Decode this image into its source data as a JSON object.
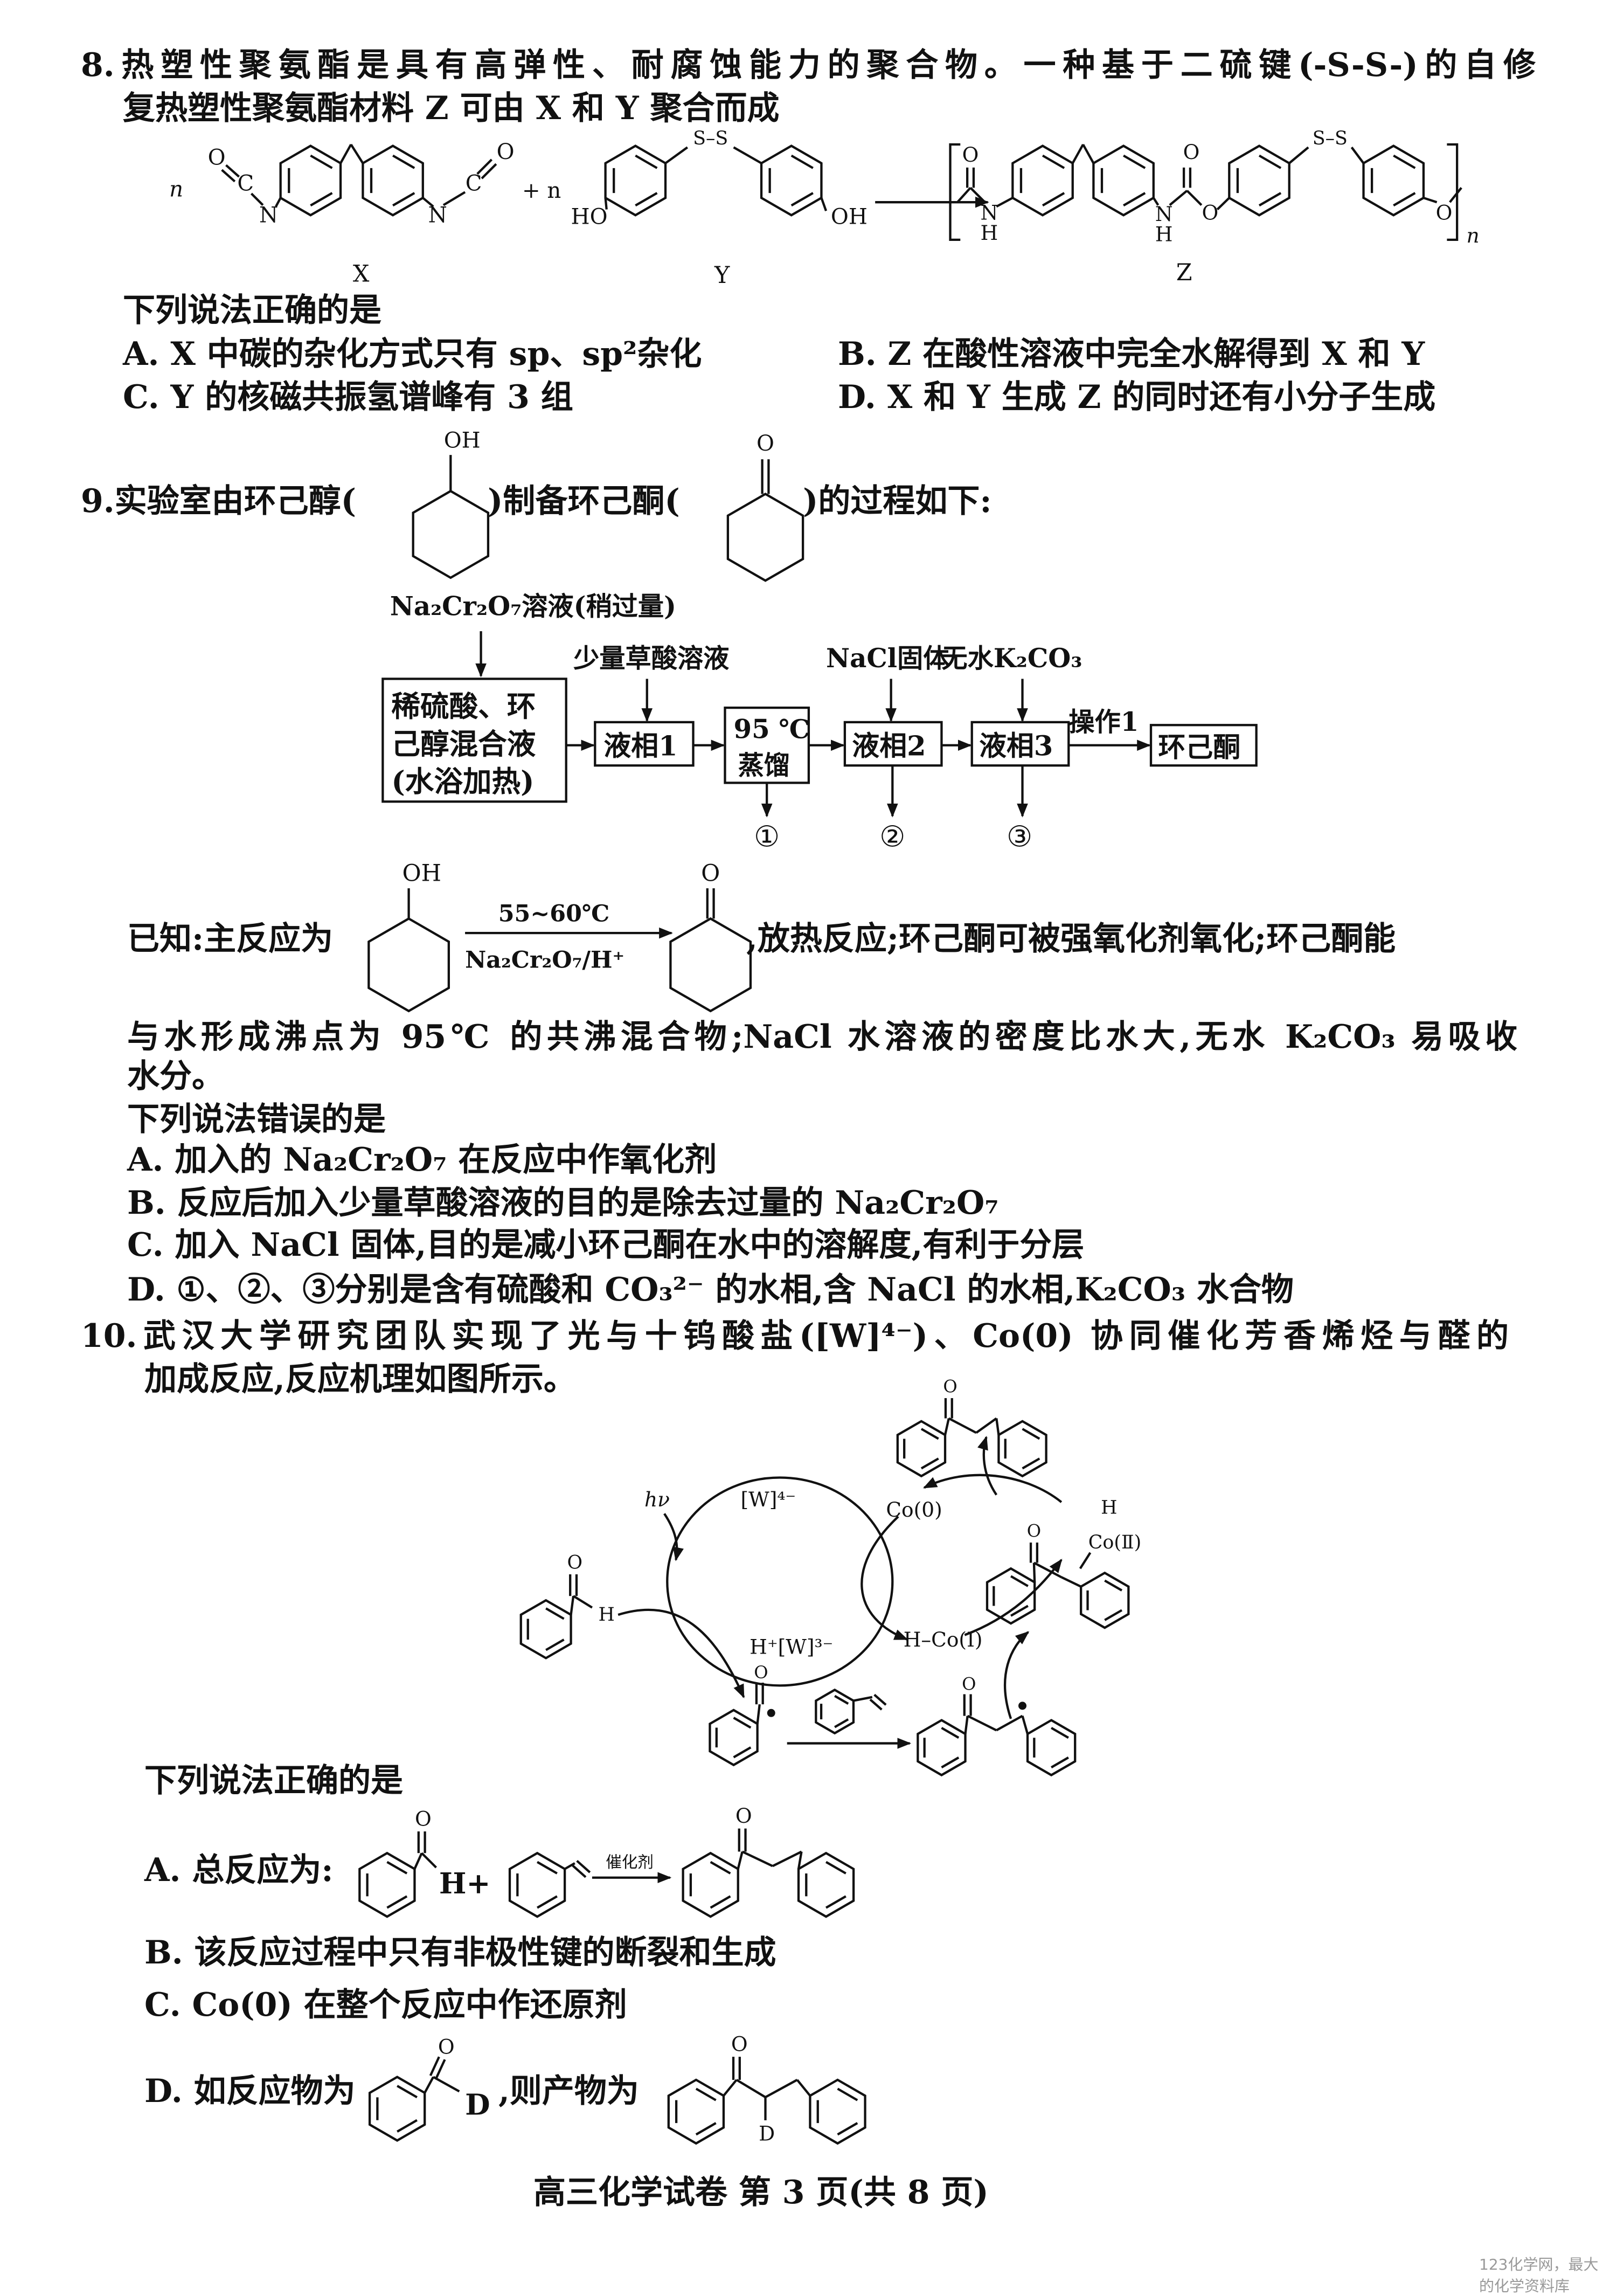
{
  "q8": {
    "line1": "8.热塑性聚氨酯是具有高弹性、耐腐蚀能力的聚合物。一种基于二硫键(-S-S-)的自修",
    "line2": "复热塑性聚氨酯材料 Z 可由 X 和 Y 聚合而成",
    "prompt": "下列说法正确的是",
    "options": {
      "A": "A. X 中碳的杂化方式只有 sp、sp²杂化",
      "B": "B. Z 在酸性溶液中完全水解得到 X 和 Y",
      "C": "C. Y 的核磁共振氢谱峰有 3 组",
      "D": "D. X 和 Y 生成 Z 的同时还有小分子生成"
    }
  },
  "q9": {
    "line1a": "9.实验室由环己醇(",
    "line1b": ")制备环己酮(",
    "line1c": ")的过程如下:",
    "flow": {
      "reagent_top": "Na₂Cr₂O₇溶液(稍过量)",
      "box1": [
        "稀硫酸、环",
        "己醇混合液",
        "(水浴加热)"
      ],
      "reagent2": "少量草酸溶液",
      "box2": "液相1",
      "box3": [
        "95 ℃",
        "蒸馏"
      ],
      "reagent3": "NaCl固体",
      "reagent4": "无水K₂CO₃",
      "box4": "液相2",
      "box5": "液相3",
      "op": "操作1",
      "box6": "环己酮",
      "out1": "①",
      "out2": "②",
      "out3": "③"
    },
    "known_a": "已知:主反应为",
    "known_b": ",放热反应;环己酮可被强氧化剂氧化;环己酮能",
    "cond_top": "55~60℃",
    "cond_bottom": "Na₂Cr₂O₇/H⁺",
    "line3": "与水形成沸点为 95℃ 的共沸混合物;NaCl 水溶液的密度比水大,无水 K₂CO₃ 易吸收",
    "line4": "水分。",
    "prompt": "下列说法错误的是",
    "options": {
      "A": "A. 加入的 Na₂Cr₂O₇ 在反应中作氧化剂",
      "B": "B. 反应后加入少量草酸溶液的目的是除去过量的 Na₂Cr₂O₇",
      "C": "C. 加入 NaCl 固体,目的是减小环己酮在水中的溶解度,有利于分层",
      "D": "D. ①、②、③分别是含有硫酸和 CO₃²⁻ 的水相,含 NaCl 的水相,K₂CO₃ 水合物"
    }
  },
  "q10": {
    "line1": "10.武汉大学研究团队实现了光与十钨酸盐([W]⁴⁻)、Co(0) 协同催化芳香烯烃与醛的",
    "line2": "加成反应,反应机理如图所示。",
    "mech": {
      "hv": "hν",
      "w4": "[W]⁴⁻",
      "hw3": "H⁺[W]³⁻",
      "co0": "Co(0)",
      "hco1": "H–Co(Ⅰ)",
      "co2": "Co(Ⅱ)",
      "H": "H"
    },
    "prompt": "下列说法正确的是",
    "optA": "A. 总反应为:",
    "optA_plus": "H+",
    "catalyst": "催化剂",
    "optB": "B. 该反应过程中只有非极性键的断裂和生成",
    "optC": "C. Co(0) 在整个反应中作还原剂",
    "optD_a": "D. 如反应物为",
    "optD_b": ",则产物为",
    "D": "D"
  },
  "atoms": {
    "n": "n",
    "O": "O",
    "C": "C",
    "N": "N",
    "H": "H",
    "HO": "HO",
    "OH": "OH",
    "SS": "S–S",
    "X": "X",
    "Y": "Y",
    "Z": "Z",
    "plus_n": "+ n"
  },
  "footer": "高三化学试卷   第 3 页(共 8 页)",
  "watermark": "123化学网，最大的化学资料库"
}
